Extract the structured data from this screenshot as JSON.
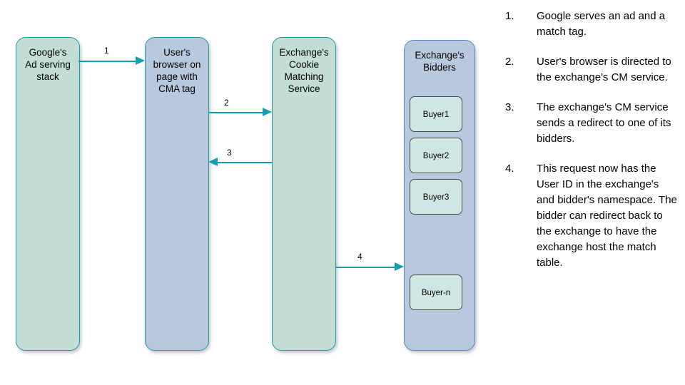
{
  "diagram": {
    "nodes": [
      {
        "id": "google",
        "label": "Google's\nAd serving\nstack"
      },
      {
        "id": "browser",
        "label": "User's\nbrowser on\npage with\nCMA tag"
      },
      {
        "id": "cms",
        "label": "Exchange's\nCookie\nMatching\nService"
      },
      {
        "id": "bidders",
        "label": "Exchange's\nBidders"
      }
    ],
    "buyers": [
      {
        "label": "Buyer1"
      },
      {
        "label": "Buyer2"
      },
      {
        "label": "Buyer3"
      },
      {
        "label": "Buyer-n"
      }
    ],
    "arrows": [
      {
        "number": "1",
        "from": "google",
        "to": "browser",
        "direction": "right"
      },
      {
        "number": "2",
        "from": "browser",
        "to": "cms",
        "direction": "right"
      },
      {
        "number": "3",
        "from": "cms",
        "to": "browser",
        "direction": "left"
      },
      {
        "number": "4",
        "from": "cms",
        "to": "bidders",
        "direction": "right"
      }
    ],
    "colors": {
      "green_fill": "#c2ded4",
      "blue_fill": "#b8c9de",
      "teal_border": "#1b9aaa",
      "blue_border": "#5a85c4",
      "buyer_fill": "#cfe7e2",
      "buyer_border": "#4a4a4a",
      "arrow": "#13a0ac",
      "text": "#000000",
      "background": "#ffffff"
    }
  },
  "steps": [
    {
      "num": "1.",
      "text": "Google serves an ad and a match tag."
    },
    {
      "num": "2.",
      "text": "User's browser is directed to the exchange's CM service."
    },
    {
      "num": "3.",
      "text": "The exchange's CM service sends a redirect to one of its bidders."
    },
    {
      "num": "4.",
      "text": "This request now has the User ID in the exchange's and bidder's namespace. The bidder can redirect back to the exchange to have the exchange host the match table."
    }
  ]
}
